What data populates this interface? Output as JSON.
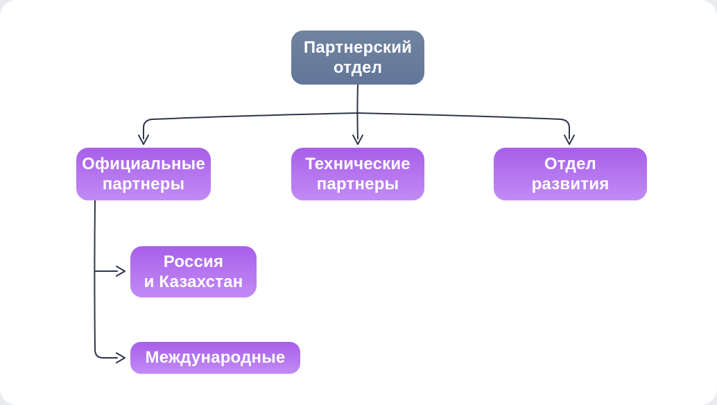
{
  "diagram": {
    "type": "org-chart",
    "nodes": {
      "root": {
        "label": "Партнерский\nотдел"
      },
      "official": {
        "label": "Официальные\nпартнеры"
      },
      "technical": {
        "label": "Технические\nпартнеры"
      },
      "development": {
        "label": "Отдел\nразвития"
      },
      "russia": {
        "label": "Россия\nи Казахстан"
      },
      "international": {
        "label": "Международные"
      }
    },
    "edges": [
      {
        "from": "Партнерский отдел",
        "to": "Официальные партнеры"
      },
      {
        "from": "Партнерский отдел",
        "to": "Технические партнеры"
      },
      {
        "from": "Партнерский отдел",
        "to": "Отдел развития"
      },
      {
        "from": "Официальные партнеры",
        "to": "Россия и Казахстан"
      },
      {
        "from": "Официальные партнеры",
        "to": "Международные"
      }
    ],
    "colors": {
      "root_node_top": "#70839F",
      "root_node_bottom": "#627699",
      "branch_node_top": "#A75FE9",
      "branch_node_bottom": "#C28BF5",
      "connector": "#2E344A",
      "node_text": "#FFFFFF",
      "canvas_background": "#FFFFFF"
    }
  }
}
